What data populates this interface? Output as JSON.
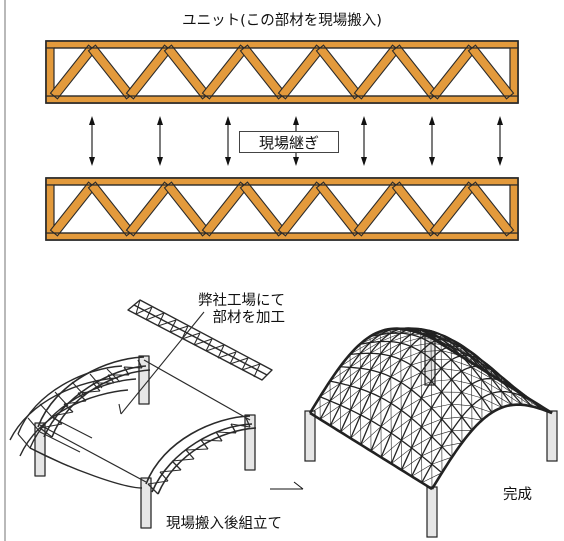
{
  "colors": {
    "truss_orange": "#e39a3c",
    "truss_outline": "#2a2a2a",
    "steel_dark": "#2b2b2b",
    "steel_light": "#d8d8d8"
  },
  "unit_title": "ユニット(この部材を現場搬入)",
  "site_joint_label": "現場継ぎ",
  "factory_note": {
    "line1": "弊社工場にて",
    "line2": "部材を加工"
  },
  "assembly_note": "現場搬入後組立て",
  "complete_label": "完成",
  "truss_units": [
    {
      "name": "upper-truss-unit",
      "panels": 12
    },
    {
      "name": "lower-truss-unit",
      "panels": 12
    }
  ],
  "site_joint_count": 7,
  "icons": [
    "down-arrow-icon",
    "right-arrow-icon"
  ]
}
